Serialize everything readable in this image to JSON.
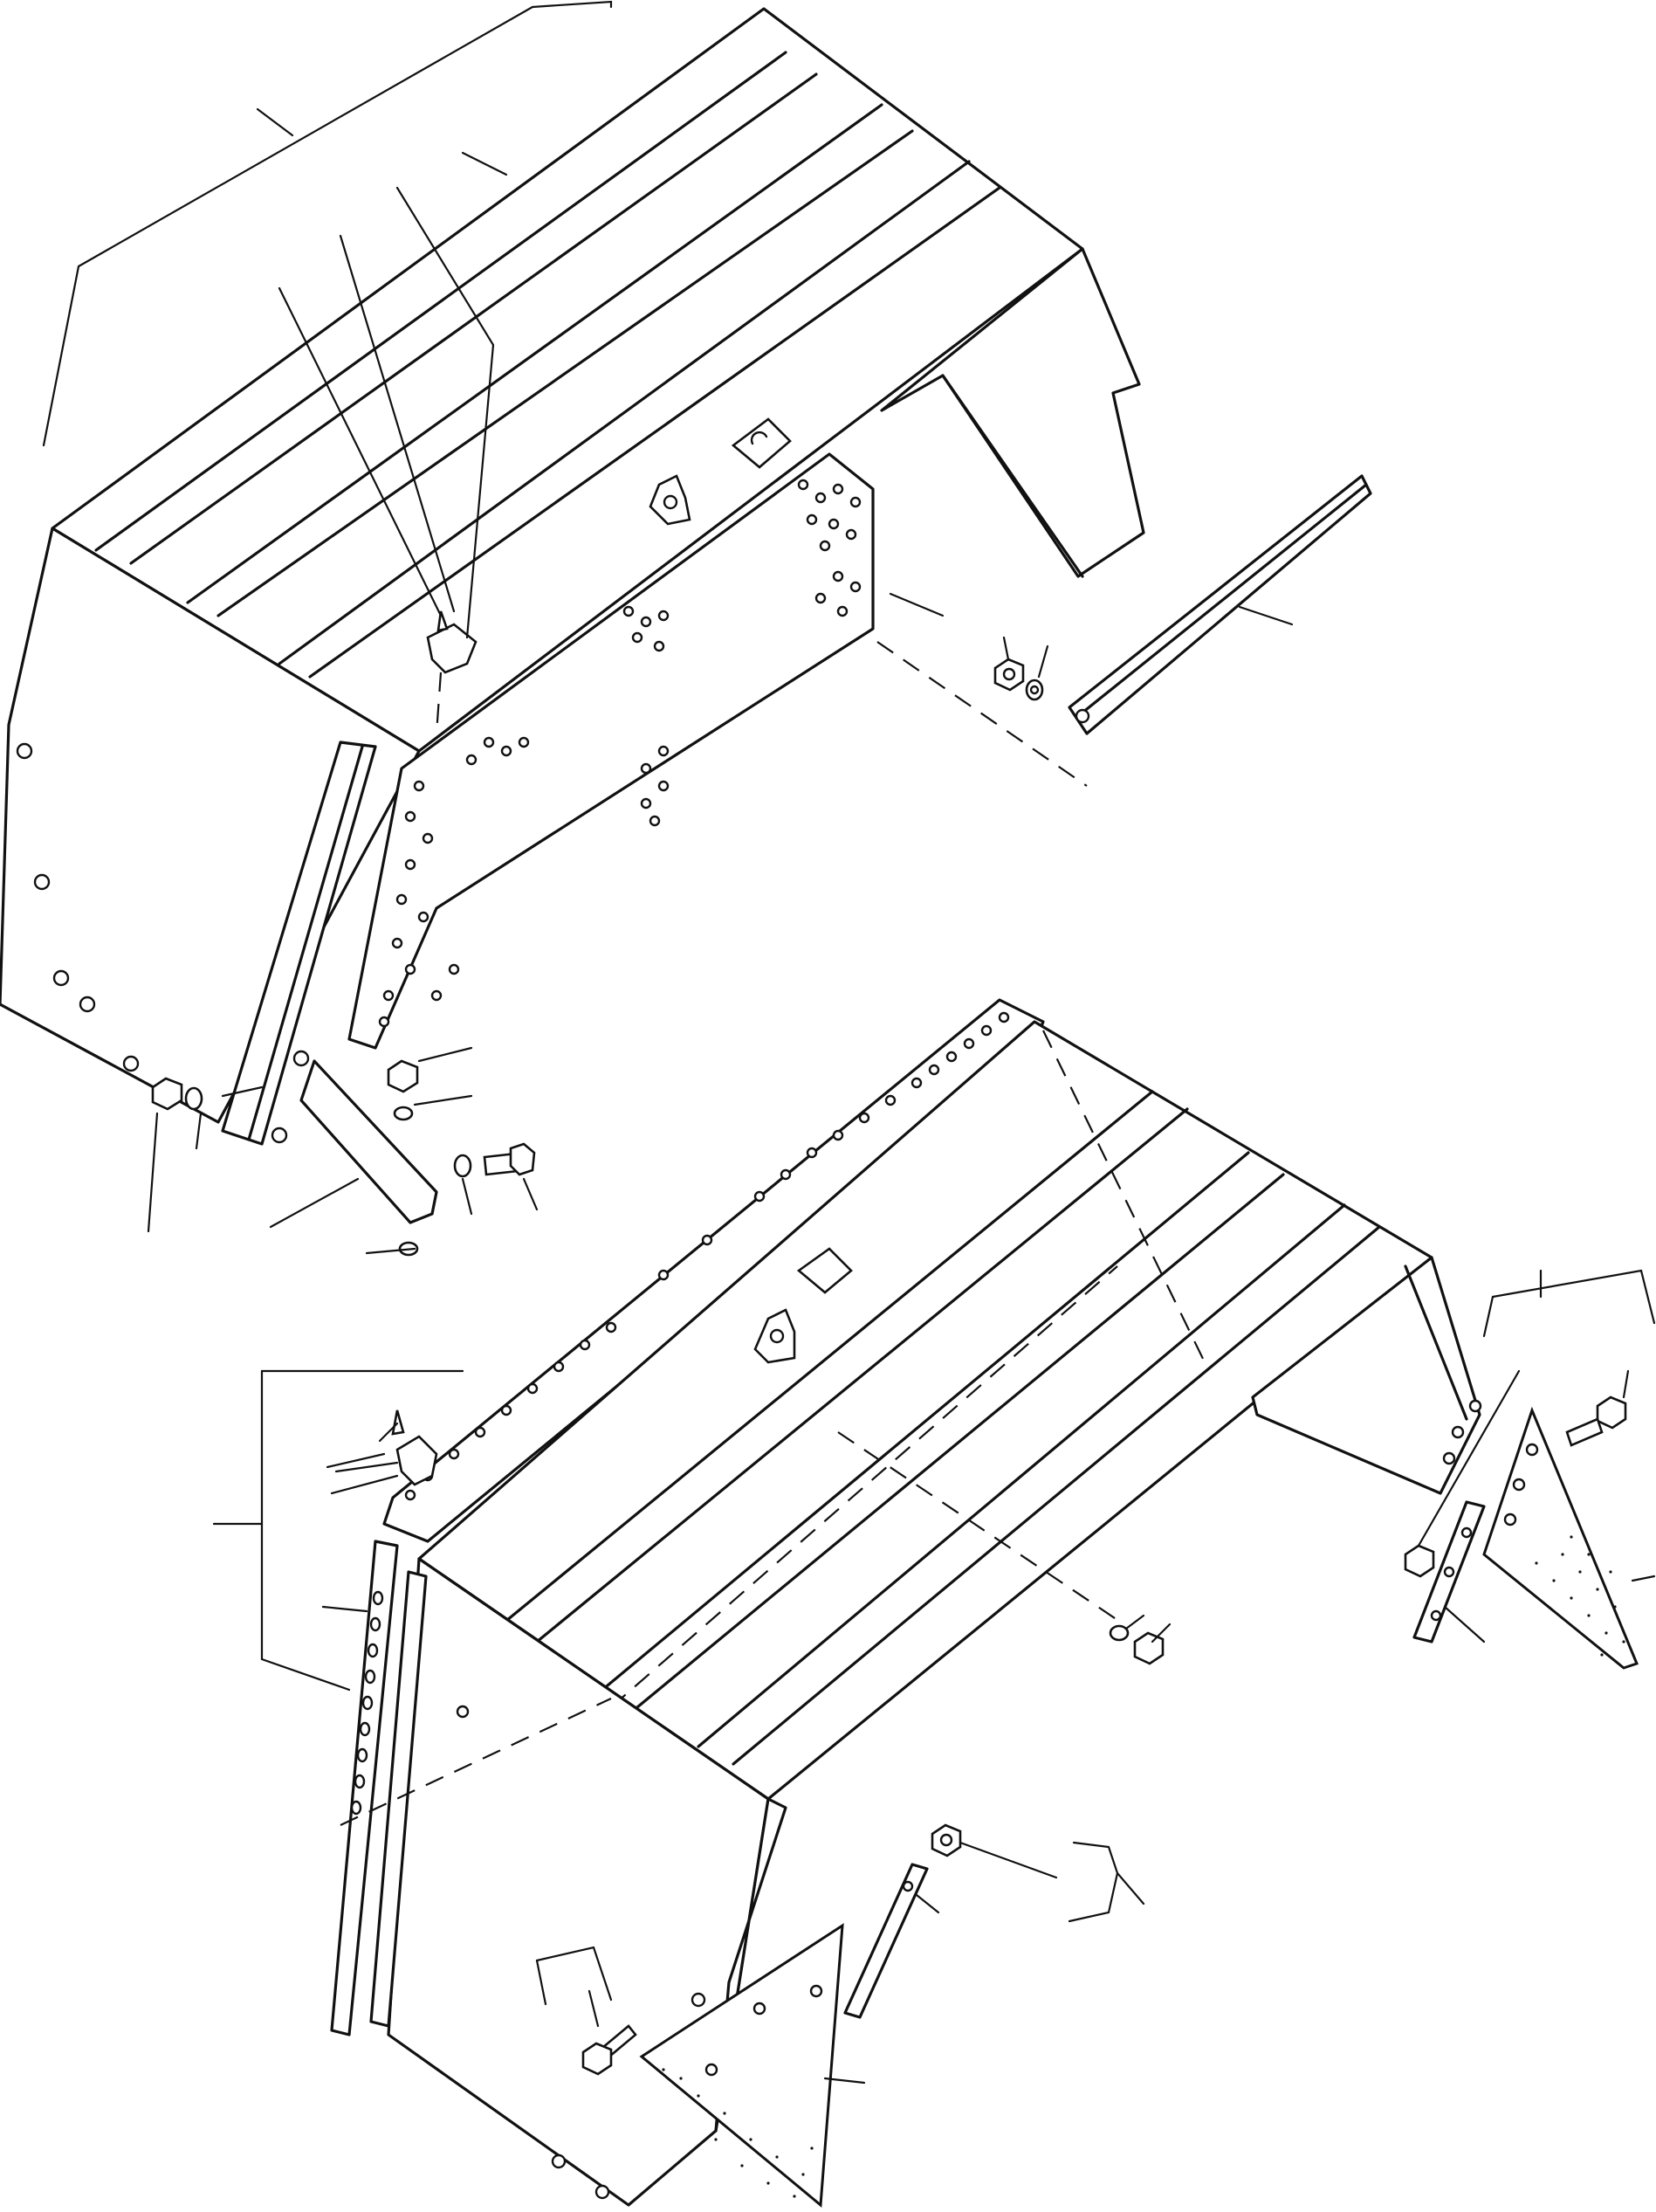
{
  "figure": {
    "style": "black line art on white, exploded parts view",
    "colors": {
      "line": "#111111",
      "background": "#ffffff"
    },
    "assemblies": [
      "upper-fender-assembly",
      "lower-fender-assembly"
    ]
  }
}
